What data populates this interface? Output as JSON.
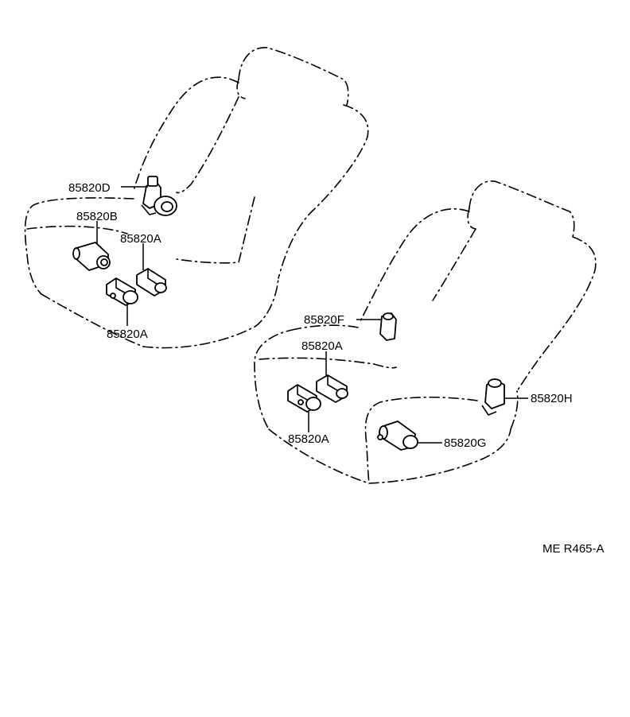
{
  "labels": {
    "l1": "85820D",
    "l2": "85820B",
    "l3": "85820A",
    "l4": "85820A",
    "l5": "85820F",
    "l6": "85820A",
    "l7": "85820H",
    "l8": "85820G",
    "l9": "85820A"
  },
  "drawing_code": "ME R465-A"
}
